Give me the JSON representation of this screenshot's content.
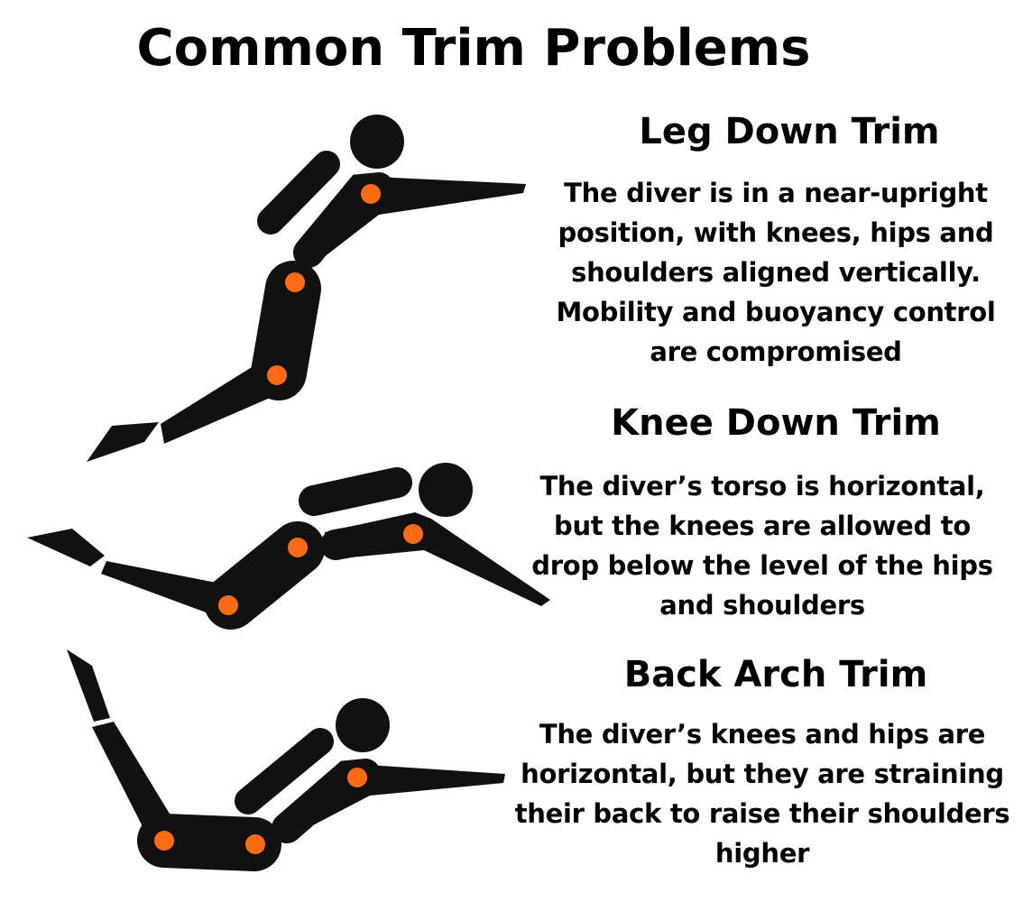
{
  "title": "Common Trim Problems",
  "colors": {
    "figure": "#111111",
    "joint": "#ff6a13",
    "text": "#000000",
    "background": "#ffffff"
  },
  "sections": [
    {
      "title": "Leg Down Trim",
      "description": "The diver is in a near-upright position, with knees, hips and shoulders aligned vertically. Mobility and buoyancy control are compromised"
    },
    {
      "title": "Knee Down Trim",
      "description": "The diver’s torso is horizontal, but the knees are allowed to drop below the level of the hips and shoulders"
    },
    {
      "title": "Back Arch Trim",
      "description": "The diver’s knees and hips are horizontal, but they are straining their back to raise their shoulders higher"
    }
  ]
}
